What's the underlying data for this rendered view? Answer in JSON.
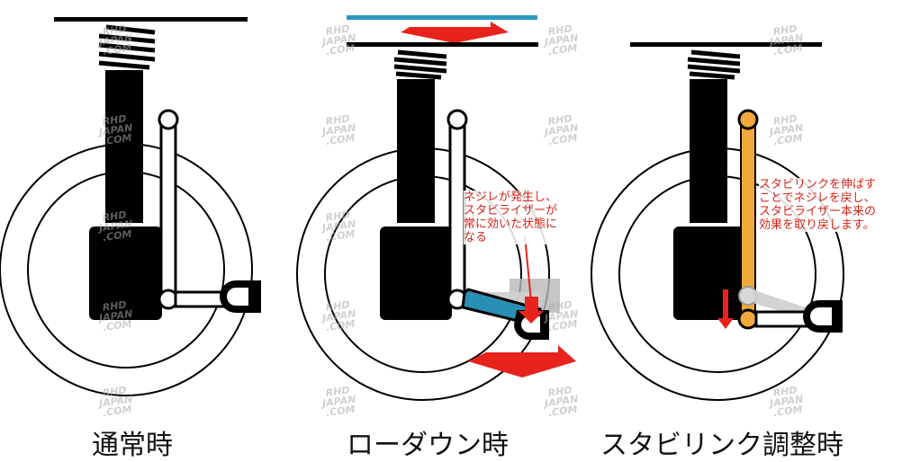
{
  "captions": {
    "normal": "通常時",
    "lowdown": "ローダウン時",
    "adjusted": "スタビリンク調整時"
  },
  "notes": {
    "lowdown": [
      "ネジレが発生し、",
      "スタビライザーが",
      "常に効いた状態に",
      "なる"
    ],
    "adjusted": [
      "スタビリンクを伸ばす",
      "ことでネジレを戻し、",
      "スタビライザー本来の",
      "効果を取り戻します。"
    ]
  },
  "watermark": [
    "RHD",
    "JAPAN",
    ".COM"
  ],
  "colors": {
    "ink": "#000000",
    "lowered_bar": "#2a8fb5",
    "top_blue": "#2a9ac0",
    "arrow_red": "#e8231c",
    "link_orange": "#f2a93b",
    "note_red": "#d32418",
    "ghost_gray": "#b8b8b8"
  },
  "icons": [
    "down-arrow-icon"
  ]
}
